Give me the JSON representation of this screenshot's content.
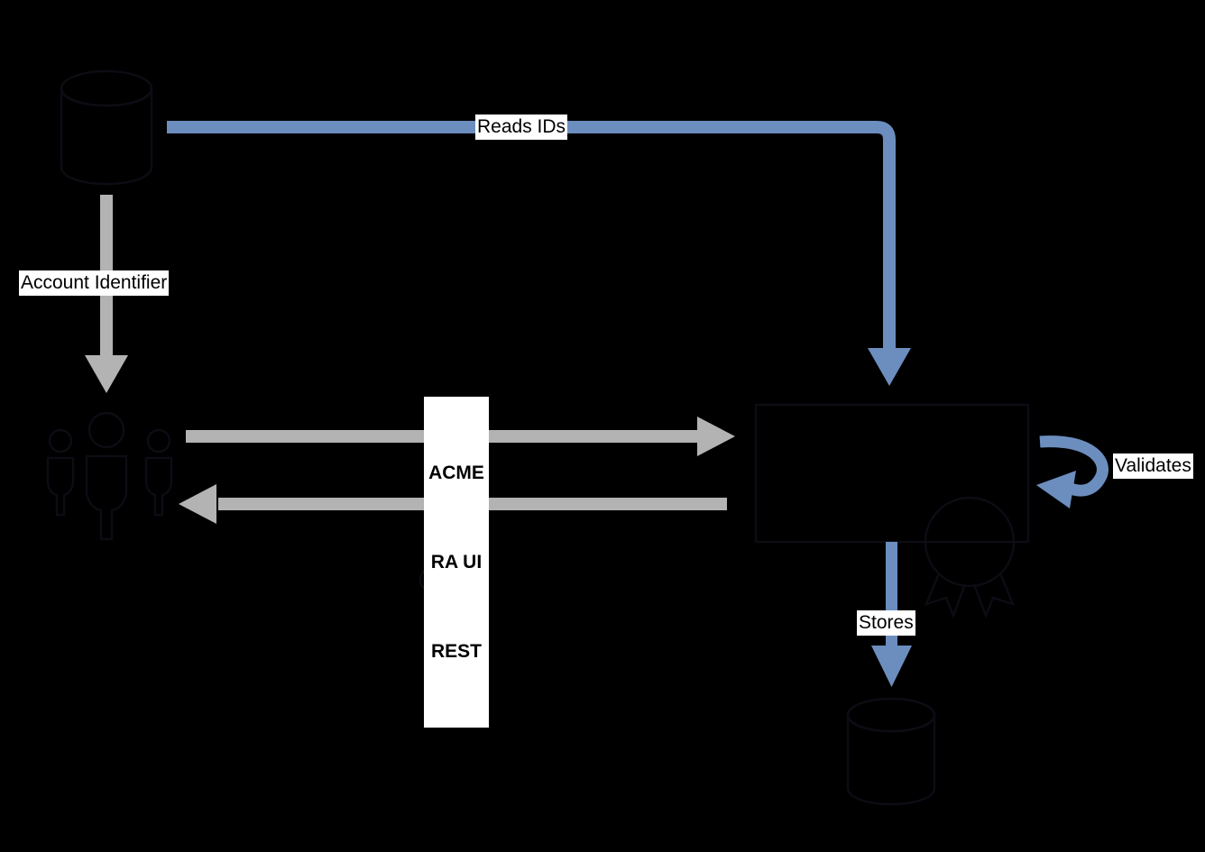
{
  "diagram": {
    "title": "ACME RA UI certificate enrollment flow",
    "background_color": "#000000",
    "colors": {
      "blue": "#6C8EBF",
      "gray": "#B3B3B3",
      "stroke_dark": "#0C0C14",
      "label_bg": "#FFFFFF",
      "label_text": "#000000"
    },
    "nodes": [
      {
        "id": "source-db",
        "name": "source-database-cylinder",
        "shape": "cylinder",
        "label": ""
      },
      {
        "id": "users",
        "name": "users-group-icon",
        "shape": "people-group",
        "label": ""
      },
      {
        "id": "ra-service",
        "name": "ra-service-box",
        "shape": "rectangle",
        "label": ""
      },
      {
        "id": "badge",
        "name": "certificate-badge-icon",
        "shape": "rosette-badge",
        "label": ""
      },
      {
        "id": "certificate",
        "name": "certificate-scroll-icon",
        "shape": "certificate-scroll",
        "label": ""
      },
      {
        "id": "target-db",
        "name": "target-database-cylinder",
        "shape": "cylinder",
        "label": ""
      }
    ],
    "edges": [
      {
        "id": "reads-ids",
        "name": "edge-reads-ids",
        "label": "Reads IDs",
        "color": "#6C8EBF",
        "from": "source-db",
        "to": "ra-service",
        "arrow": "down"
      },
      {
        "id": "account-identifier",
        "name": "edge-account-identifier",
        "label": "Account Identifier",
        "color": "#B3B3B3",
        "from": "source-db",
        "to": "users",
        "arrow": "down"
      },
      {
        "id": "request",
        "name": "edge-acme-ra-ui-rest",
        "label": "ACME\nRA UI\nREST",
        "label_lines": [
          "ACME",
          "RA UI",
          "REST"
        ],
        "color": "#B3B3B3",
        "from": "users",
        "to": "ra-service",
        "arrow": "right"
      },
      {
        "id": "response",
        "name": "edge-certificate-response",
        "label": "",
        "color": "#B3B3B3",
        "from": "ra-service",
        "to": "users",
        "arrow": "left"
      },
      {
        "id": "validates",
        "name": "edge-validates-self-loop",
        "label": "Validates",
        "color": "#6C8EBF",
        "from": "ra-service",
        "to": "ra-service",
        "arrow": "left"
      },
      {
        "id": "stores",
        "name": "edge-stores",
        "label": "Stores",
        "color": "#6C8EBF",
        "from": "ra-service",
        "to": "target-db",
        "arrow": "down"
      }
    ],
    "labels": {
      "reads_ids": "Reads IDs",
      "account_identifier": "Account Identifier",
      "acme_line1": "ACME",
      "acme_line2": "RA UI",
      "acme_line3": "REST",
      "validates": "Validates",
      "stores": "Stores"
    }
  }
}
